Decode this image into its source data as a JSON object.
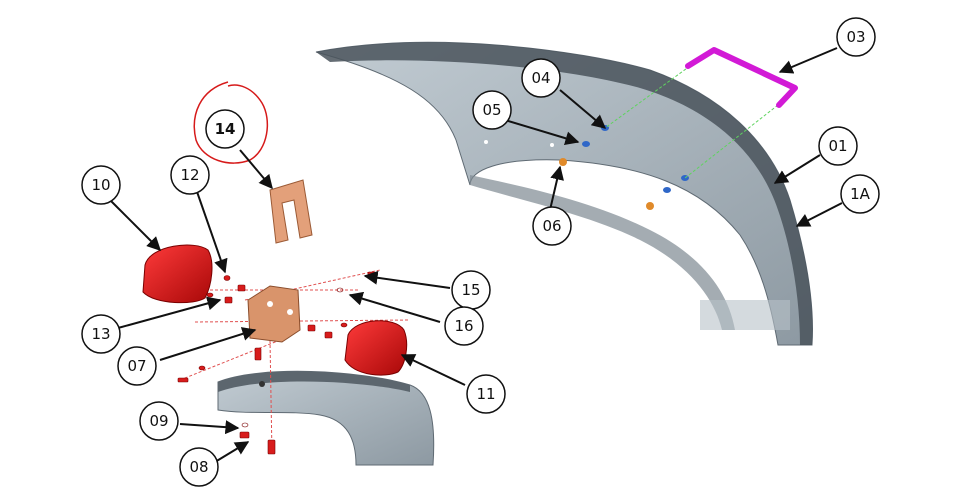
{
  "diagram": {
    "callouts": [
      {
        "id": "callout-01",
        "label": "01"
      },
      {
        "id": "callout-1a",
        "label": "1A"
      },
      {
        "id": "callout-03",
        "label": "03"
      },
      {
        "id": "callout-04",
        "label": "04"
      },
      {
        "id": "callout-05",
        "label": "05"
      },
      {
        "id": "callout-06",
        "label": "06"
      },
      {
        "id": "callout-07",
        "label": "07"
      },
      {
        "id": "callout-08",
        "label": "08"
      },
      {
        "id": "callout-09",
        "label": "09"
      },
      {
        "id": "callout-10",
        "label": "10"
      },
      {
        "id": "callout-11",
        "label": "11"
      },
      {
        "id": "callout-12",
        "label": "12"
      },
      {
        "id": "callout-13",
        "label": "13"
      },
      {
        "id": "callout-14",
        "label": "14"
      },
      {
        "id": "callout-15",
        "label": "15"
      },
      {
        "id": "callout-16",
        "label": "16"
      }
    ],
    "colors": {
      "fender": "#a9b4bd",
      "fender_dark": "#6f7b84",
      "handle": "#d21ad6",
      "lamp": "#e01414",
      "bracket": "#d9946b",
      "highlight_ring": "#d61a1a",
      "guide_line": "#e05050"
    }
  }
}
